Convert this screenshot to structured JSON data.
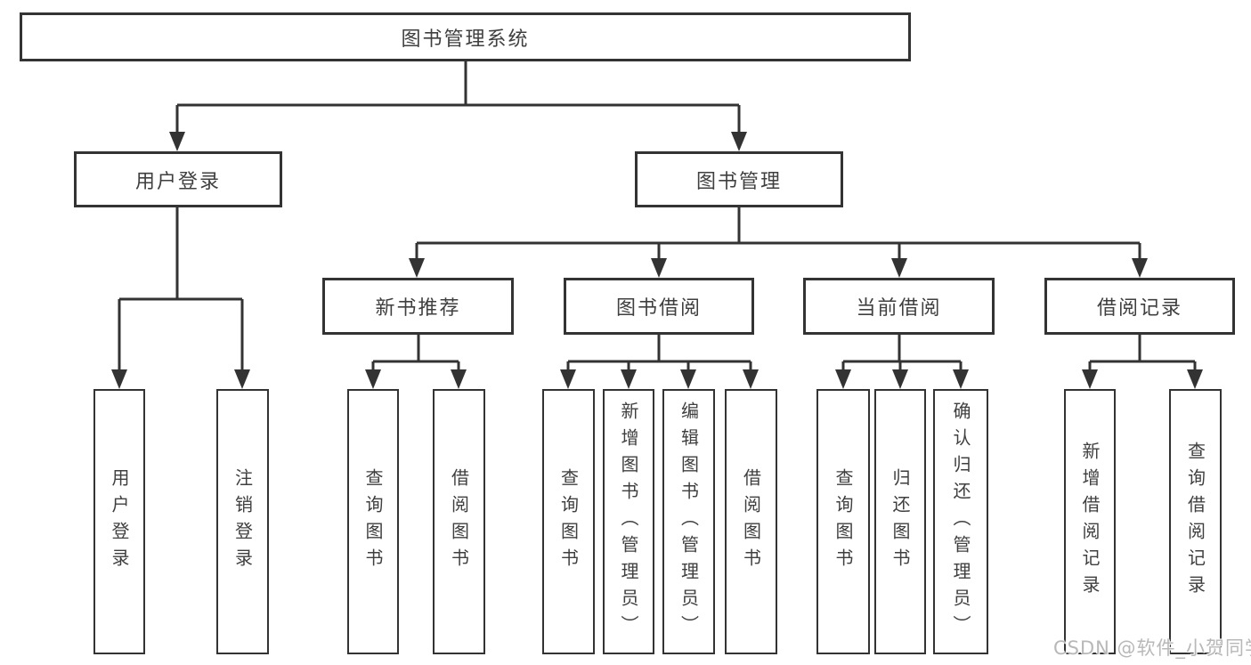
{
  "diagram": {
    "root": {
      "label": "图书管理系统"
    },
    "level2": [
      {
        "id": "user-login",
        "label": "用户登录"
      },
      {
        "id": "book-management",
        "label": "图书管理"
      }
    ],
    "level3": [
      {
        "id": "new-book-recommendation",
        "label": "新书推荐"
      },
      {
        "id": "book-borrowing",
        "label": "图书借阅"
      },
      {
        "id": "current-borrowing",
        "label": "当前借阅"
      },
      {
        "id": "borrowing-records",
        "label": "借阅记录"
      }
    ],
    "leaves": {
      "user": [
        "用户登录",
        "注销登录"
      ],
      "recommend": [
        "查询图书",
        "借阅图书"
      ],
      "borrow": [
        "查询图书",
        "新增图书（管理员）",
        "编辑图书（管理员）",
        "借阅图书"
      ],
      "current": [
        "查询图书",
        "归还图书",
        "确认归还（管理员）"
      ],
      "records": [
        "新增借阅记录",
        "查询借阅记录"
      ]
    },
    "watermark": {
      "text": "CSDN @软件_小贺同学",
      "color": "#b8b8b8"
    },
    "colors": {
      "line": "#333333",
      "text": "#3f3f3f",
      "background": "#ffffff"
    }
  }
}
